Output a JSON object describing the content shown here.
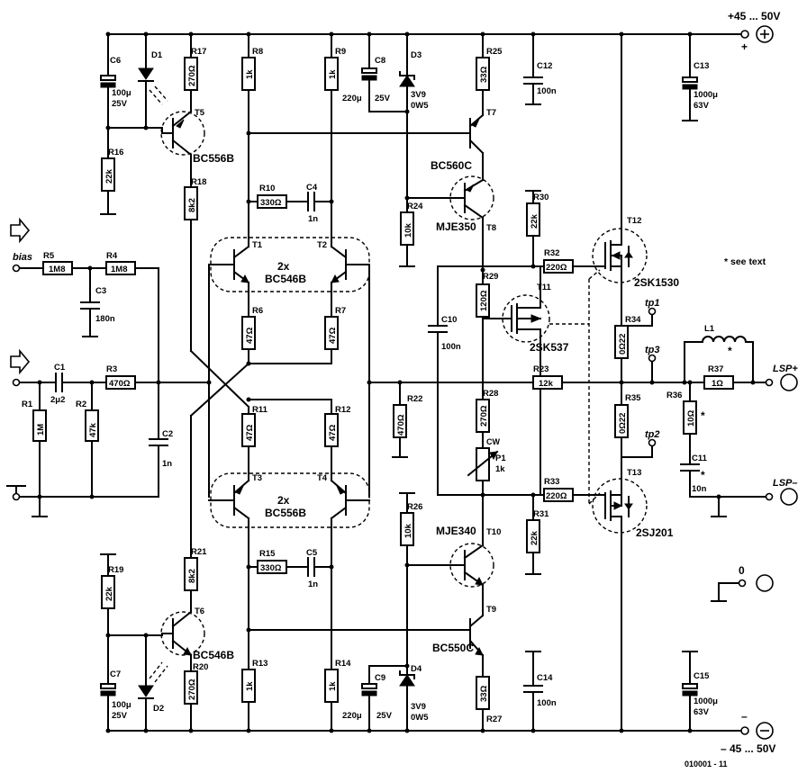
{
  "supply": {
    "pos": "+45 ... 50V",
    "neg": "– 45 ... 50V",
    "plus_sign": "+",
    "minus_sign": "–"
  },
  "note": "* see text",
  "footer": "010001 - 11",
  "inputs": {
    "bias": "bias"
  },
  "outputs": {
    "lsp_pos": "LSP+",
    "lsp_neg": "LSP–",
    "zero": "0"
  },
  "test_points": {
    "tp1": "tp1",
    "tp2": "tp2",
    "tp3": "tp3"
  },
  "pairs": {
    "top": [
      "2x",
      "BC546B"
    ],
    "bottom": [
      "2x",
      "BC556B"
    ]
  },
  "transistors": {
    "T1": "T1",
    "T2": "T2",
    "T3": "T3",
    "T4": "T4",
    "T5": "T5",
    "T5v": "BC556B",
    "T6": "T6",
    "T6v": "BC546B",
    "T7": "T7",
    "T7v": "BC560C",
    "T8": "T8",
    "T8v": "MJE350",
    "T9": "T9",
    "T9v": "BC550C",
    "T10": "T10",
    "T10v": "MJE340",
    "T11": "T11",
    "T11v": "2SK537",
    "T12": "T12",
    "T12v": "2SK1530",
    "T13": "T13",
    "T13v": "2SJ201"
  },
  "resistors": {
    "R1": [
      "R1",
      "1M"
    ],
    "R2": [
      "R2",
      "47k"
    ],
    "R3": [
      "R3",
      "470Ω"
    ],
    "R4": [
      "R4",
      "1M8"
    ],
    "R5": [
      "R5",
      "1M8"
    ],
    "R6": [
      "R6",
      "47Ω"
    ],
    "R7": [
      "R7",
      "47Ω"
    ],
    "R8": [
      "R8",
      "1k"
    ],
    "R9": [
      "R9",
      "1k"
    ],
    "R10": [
      "R10",
      "330Ω"
    ],
    "R11": [
      "R11",
      "47Ω"
    ],
    "R12": [
      "R12",
      "47Ω"
    ],
    "R13": [
      "R13",
      "1k"
    ],
    "R14": [
      "R14",
      "1k"
    ],
    "R15": [
      "R15",
      "330Ω"
    ],
    "R16": [
      "R16",
      "22k"
    ],
    "R17": [
      "R17",
      "270Ω"
    ],
    "R18": [
      "R18",
      "8k2"
    ],
    "R19": [
      "R19",
      "22k"
    ],
    "R20": [
      "R20",
      "270Ω"
    ],
    "R21": [
      "R21",
      "8k2"
    ],
    "R22": [
      "R22",
      "470Ω"
    ],
    "R23": [
      "R23",
      "12k"
    ],
    "R24": [
      "R24",
      "10k"
    ],
    "R25": [
      "R25",
      "33Ω"
    ],
    "R26": [
      "R26",
      "10k"
    ],
    "R27": [
      "R27",
      "33Ω"
    ],
    "R28": [
      "R28",
      "270Ω"
    ],
    "R29": [
      "R29",
      "120Ω"
    ],
    "R30": [
      "R30",
      "22k"
    ],
    "R31": [
      "R31",
      "22k"
    ],
    "R32": [
      "R32",
      "220Ω"
    ],
    "R33": [
      "R33",
      "220Ω"
    ],
    "R34": [
      "R34",
      "0Ω22"
    ],
    "R35": [
      "R35",
      "0Ω22"
    ],
    "R36": [
      "R36",
      "10Ω"
    ],
    "R37": [
      "R37",
      "1Ω"
    ],
    "P1": [
      "P1",
      "1k"
    ],
    "P1cw": "CW"
  },
  "capacitors": {
    "C1": [
      "C1",
      "2μ2"
    ],
    "C2": [
      "C2",
      "1n"
    ],
    "C3": [
      "C3",
      "180n"
    ],
    "C4": [
      "C4",
      "1n"
    ],
    "C5": [
      "C5",
      "1n"
    ],
    "C6": [
      "C6",
      "100μ",
      "25V"
    ],
    "C7": [
      "C7",
      "100μ",
      "25V"
    ],
    "C8": [
      "C8",
      "220μ",
      "25V"
    ],
    "C9": [
      "C9",
      "220μ",
      "25V"
    ],
    "C10": [
      "C10",
      "100n"
    ],
    "C11": [
      "C11",
      "10n"
    ],
    "C12": [
      "C12",
      "100n"
    ],
    "C13": [
      "C13",
      "1000μ",
      "63V"
    ],
    "C14": [
      "C14",
      "100n"
    ],
    "C15": [
      "C15",
      "1000μ",
      "63V"
    ]
  },
  "diodes": {
    "D1": "D1",
    "D2": "D2",
    "D3": [
      "D3",
      "3V9",
      "0W5"
    ],
    "D4": [
      "D4",
      "3V9",
      "0W5"
    ]
  },
  "inductors": {
    "L1": "L1"
  },
  "asterisks": "*"
}
